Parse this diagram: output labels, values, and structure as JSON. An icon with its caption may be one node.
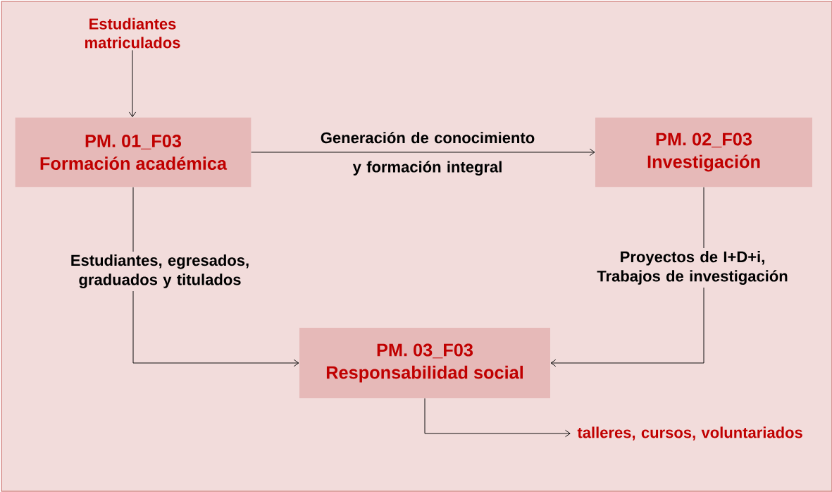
{
  "diagram": {
    "nodes": [
      {
        "text": [
          "Estudiantes matriculados"
        ]
      },
      {
        "text": [
          "PM. 01_F03",
          "Formación académica"
        ]
      },
      {
        "text": [
          "PM. 02_F03",
          "Investigación"
        ]
      },
      {
        "text": [
          "PM. 03_F03",
          "Responsabilidad social"
        ]
      },
      {
        "text": [
          "talleres, cursos, voluntariados"
        ]
      }
    ],
    "edges": [
      {
        "from": 0,
        "to": 1,
        "arrow": "to"
      },
      {
        "from": 1,
        "to": 2,
        "arrow": "to",
        "label": "Generación de conocimiento y formación integral"
      },
      {
        "from": 1,
        "to": 3,
        "arrow": "to",
        "label": "Estudiantes, egresados, graduados y titulados"
      },
      {
        "from": 2,
        "to": 3,
        "arrow": "to",
        "label": "Proyectos de I+D+i, Trabajos de investigación"
      },
      {
        "from": 3,
        "to": 4,
        "arrow": "to"
      }
    ]
  }
}
